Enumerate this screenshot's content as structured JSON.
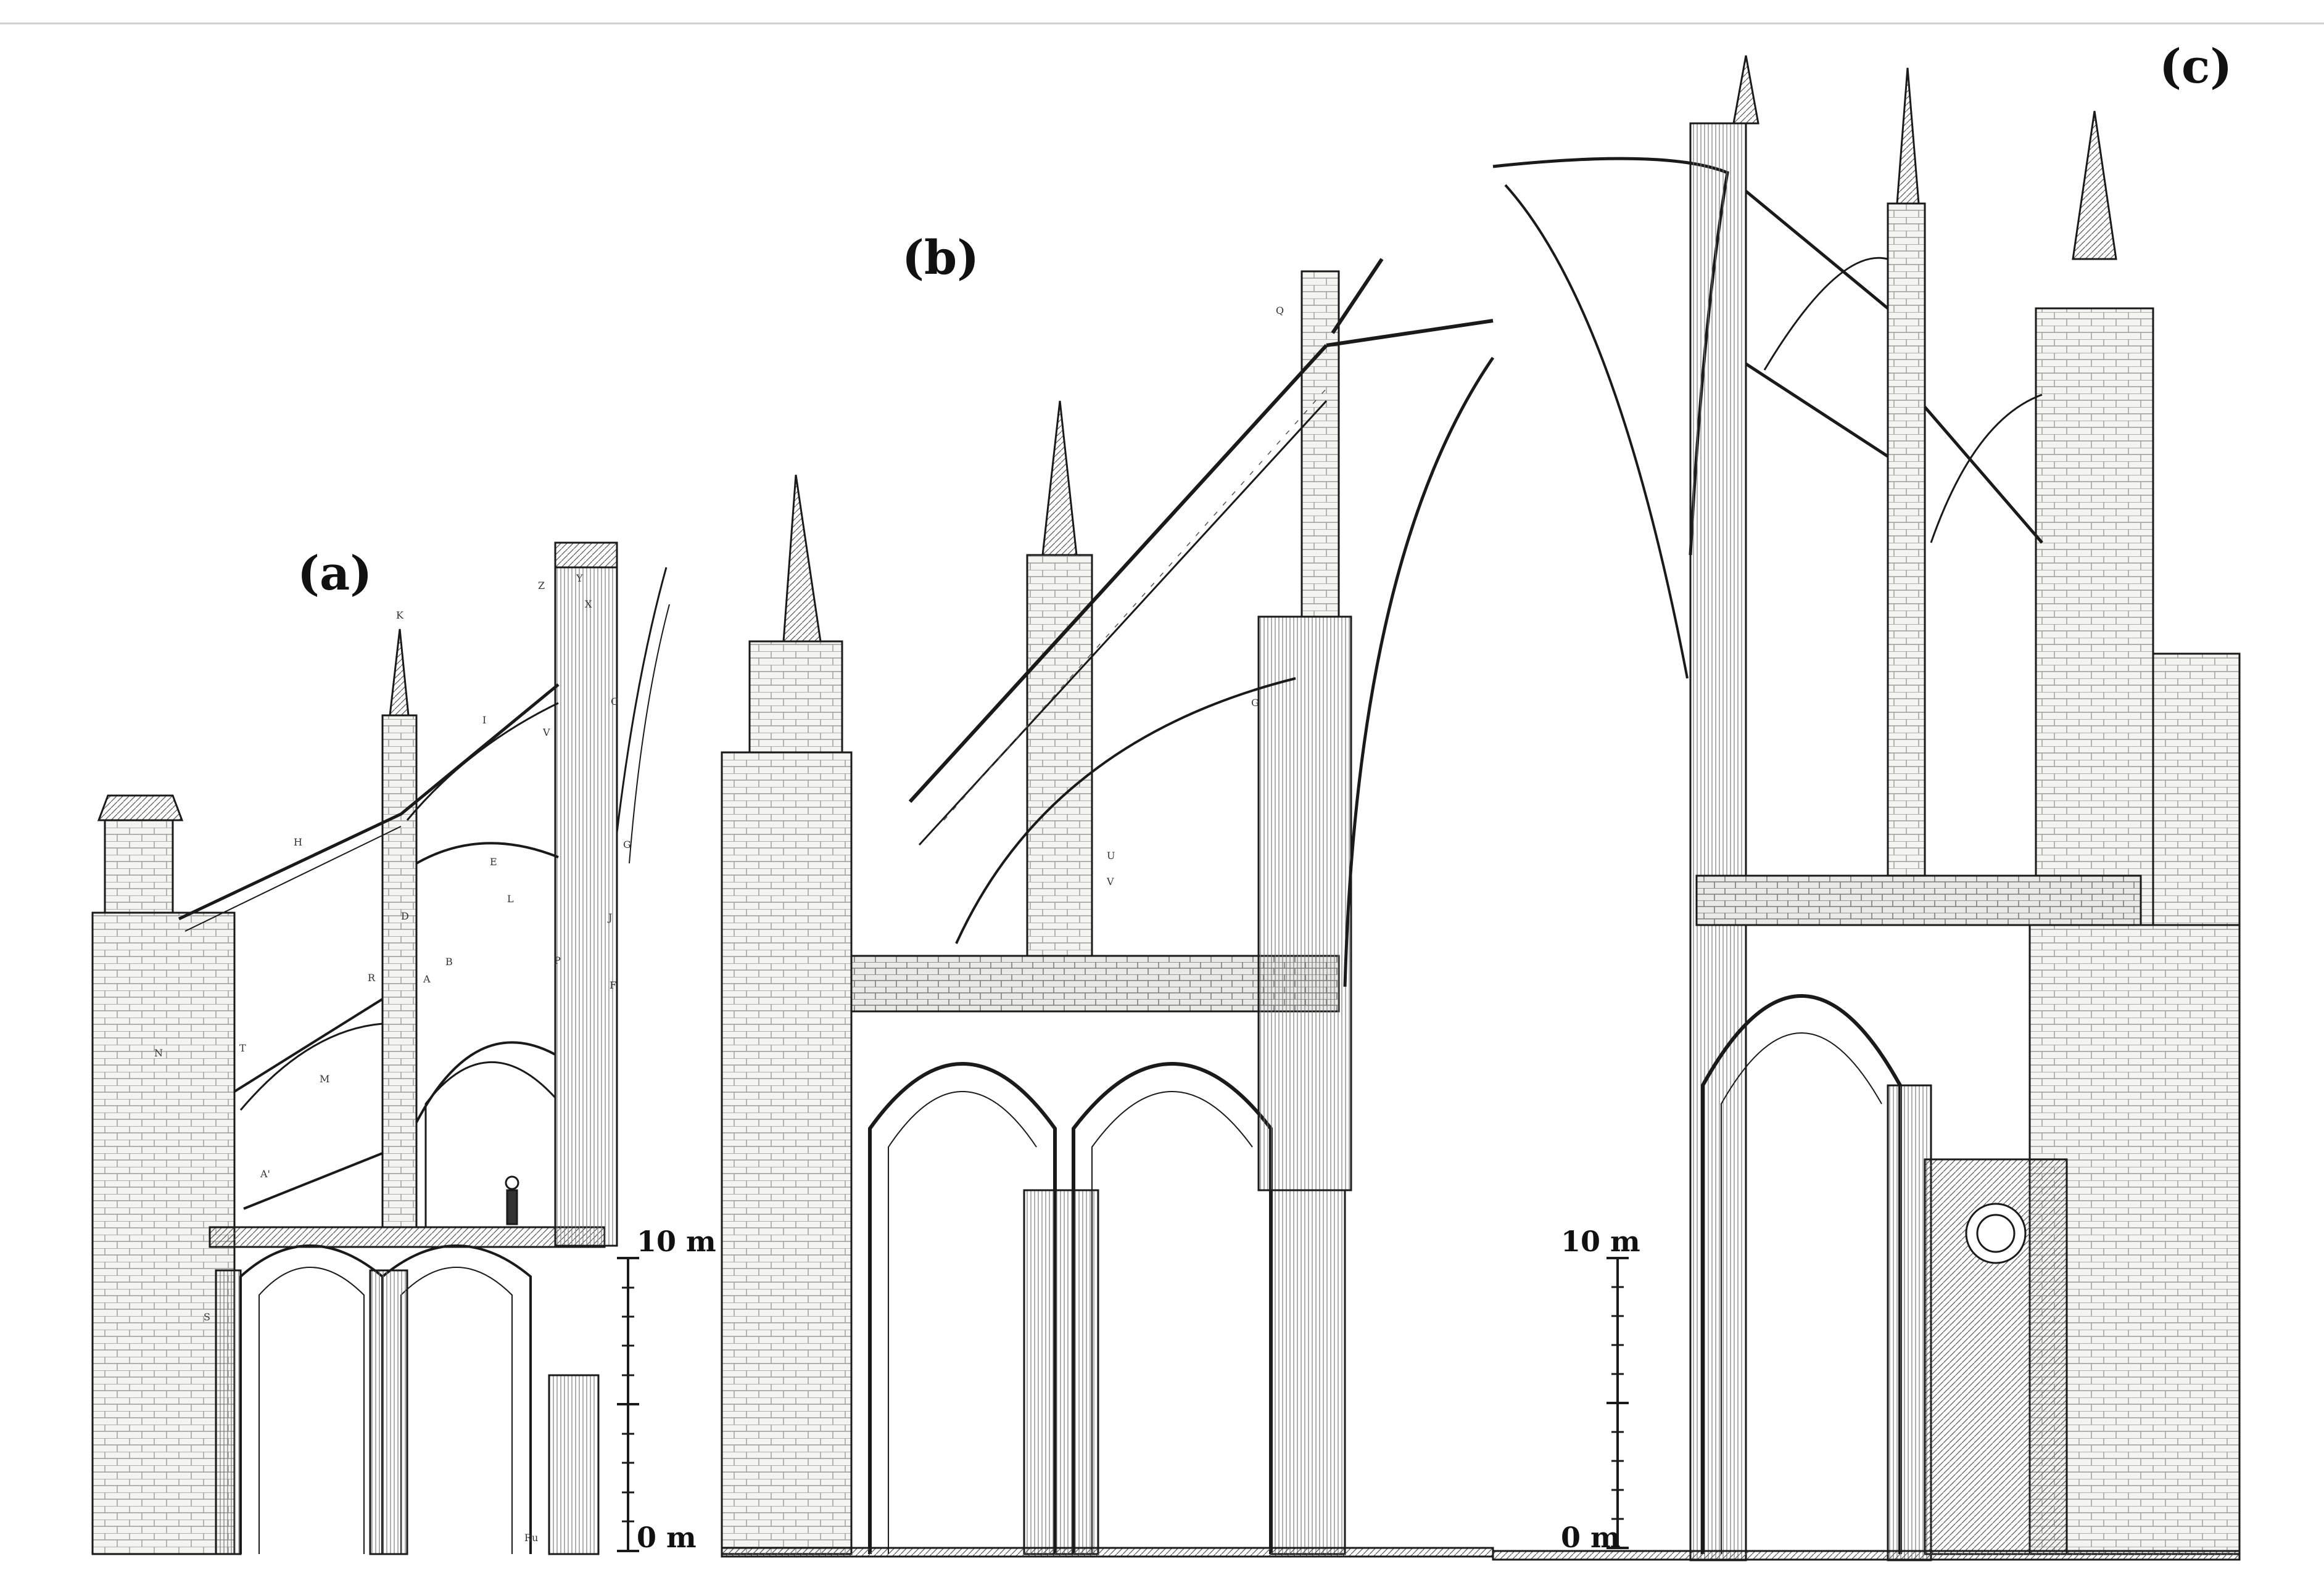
{
  "panels": {
    "a": {
      "label": "(a)",
      "scale_top": "10 m",
      "scale_bottom": "0 m",
      "letters": [
        "K",
        "Z",
        "Y",
        "X",
        "I",
        "H",
        "V",
        "C",
        "G",
        "E",
        "L",
        "D",
        "B",
        "J",
        "R",
        "A",
        "P",
        "F",
        "N",
        "T",
        "M",
        "A'",
        "S",
        "Ru"
      ]
    },
    "b": {
      "label": "(b)",
      "letters": [
        "Q",
        "U",
        "V",
        "G"
      ]
    },
    "c": {
      "label": "(c)",
      "scale_top": "10 m",
      "scale_bottom": "0 m"
    }
  },
  "colors": {
    "ink": "#1a1a1a",
    "paper": "#fdfdfb",
    "masonry": "#c8c8c4"
  }
}
